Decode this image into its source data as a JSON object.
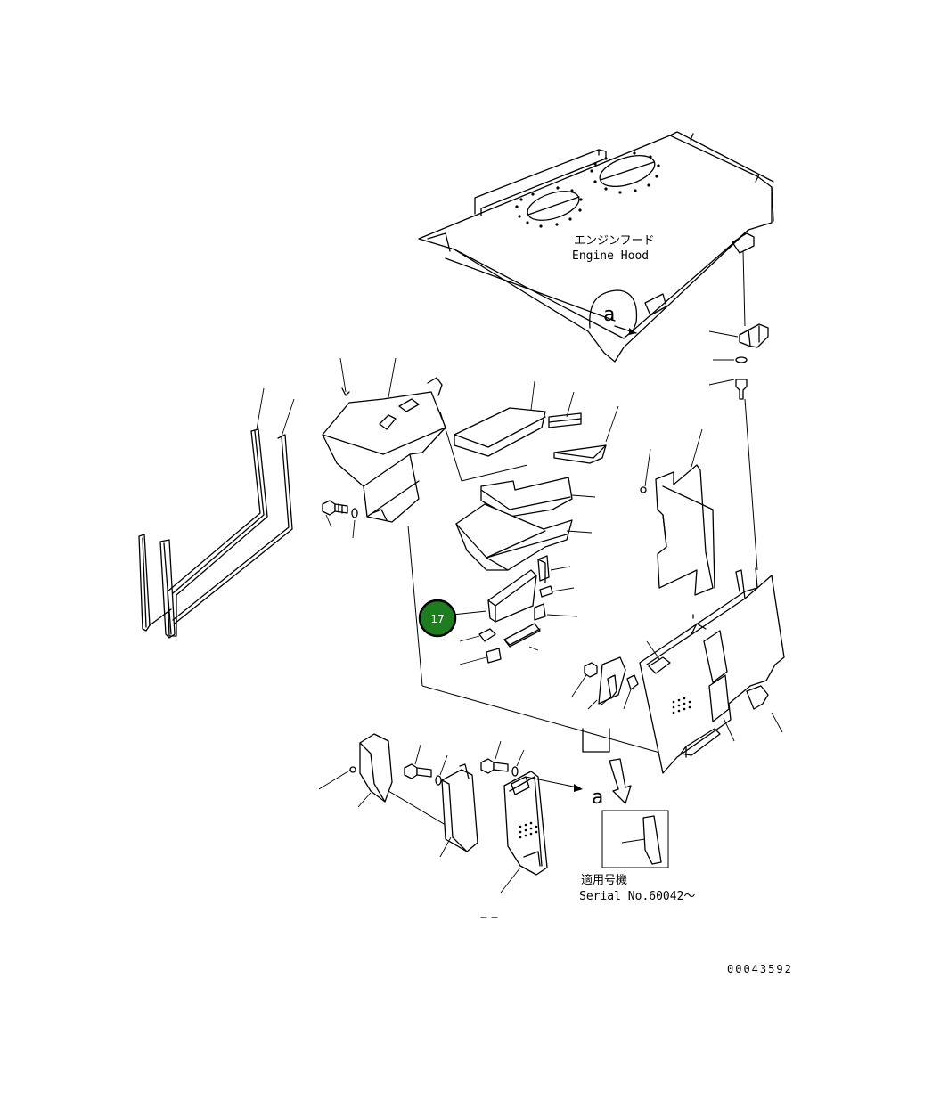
{
  "labels": {
    "hood_jp": "エンジンフード",
    "hood_en": "Engine Hood",
    "ref_a_top": "a",
    "ref_a_mid": "a",
    "serial_jp": "適用号機",
    "serial_en": "Serial No.60042～",
    "doc_number": "00043592"
  },
  "callout": {
    "number": "17",
    "color": "#1e7d1e",
    "ring_color": "#000000"
  }
}
